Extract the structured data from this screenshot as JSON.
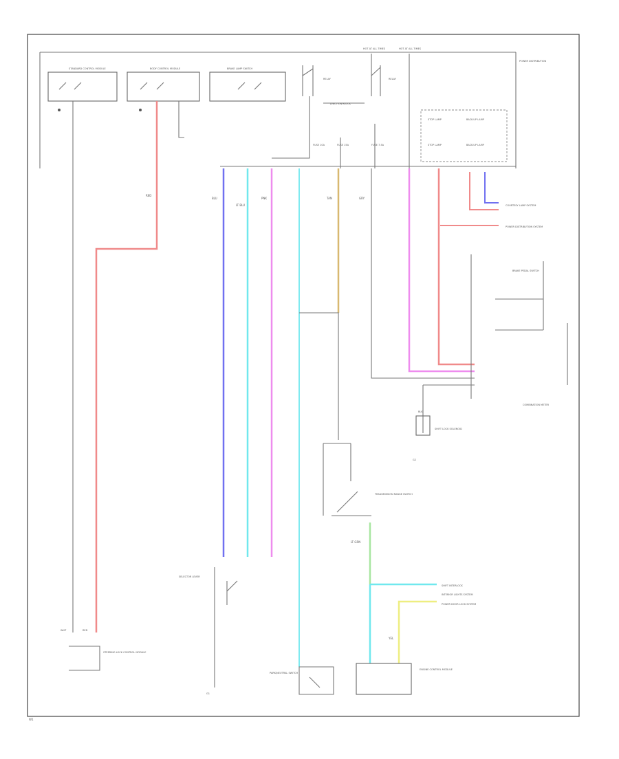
{
  "diagram": {
    "footer_code": "W1",
    "colors": {
      "red": "#f08a8a",
      "blue": "#7070f0",
      "cyan": "#70e8ee",
      "pink": "#ee8cee",
      "tan": "#d8b870",
      "green": "#a8e6a0",
      "yellow": "#eeee80",
      "wire": "#777777",
      "dark": "#333333"
    },
    "modules": {
      "mod1": "STANDARD CONTROL MODULE",
      "mod2": "BODY CONTROL MODULE",
      "mod3": "BRAKE LAMP SWITCH",
      "mod4": "RELAY",
      "mod5": "RELAY",
      "right_top": "POWER DISTRIBUTION",
      "grid1": "STOP LAMP",
      "grid2": "BACK-UP LAMP",
      "grid3": "STOP LAMP",
      "grid4": "BACK-UP LAMP",
      "hot1": "HOT AT ALL TIMES",
      "hot2": "HOT AT ALL TIMES",
      "block": "JUNCTION BLOCK",
      "brake_switch": "BRAKE PEDAL SWITCH",
      "trans_switch": "TRANSMISSION RANGE SWITCH",
      "shift_lock": "SHIFT LOCK SOLENOID",
      "park_switch": "PARK/NEUTRAL SWITCH",
      "selector": "SELECTOR LEVER",
      "ecm": "ENGINE CONTROL MODULE",
      "bottom_left": "STEERING LOCK CONTROL MODULE",
      "ground1": "G1",
      "ground2": "G2",
      "combination": "COMBINATION METER"
    },
    "refs": {
      "ref1": "COURTESY LAMP SYSTEM",
      "ref2": "POWER DISTRIBUTION SYSTEM",
      "ref3": "INTERIOR LIGHTS SYSTEM",
      "ref4": "POWER DOOR LOCK SYSTEM",
      "ref5": "SHIFT INTERLOCK"
    },
    "wires": {
      "w_red": "RED",
      "w_blu": "BLU",
      "w_ltblu": "LT BLU",
      "w_pnk": "PNK",
      "w_tan": "TAN",
      "w_grn": "LT GRN",
      "w_yel": "YEL",
      "w_blk": "BLK",
      "w_wht": "WHT",
      "w_gry": "GRY",
      "fuse1": "FUSE 10A",
      "fuse2": "FUSE 15A",
      "fuse3": "FUSE 7.5A"
    }
  }
}
